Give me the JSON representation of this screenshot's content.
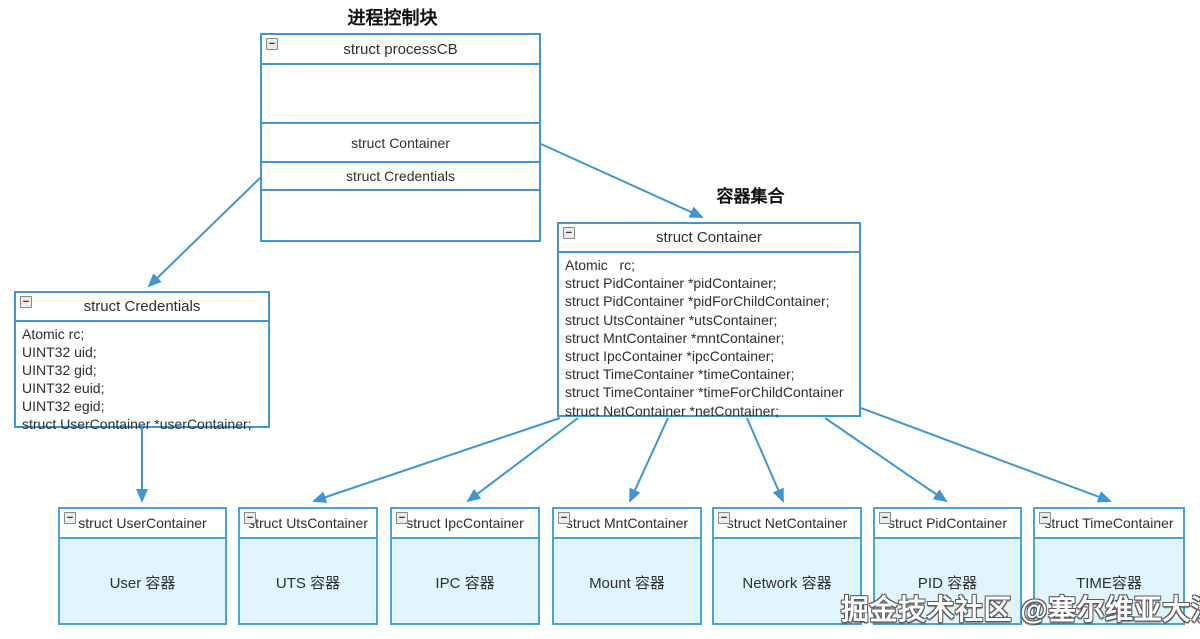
{
  "diagram": {
    "icons": {
      "collapse": "−"
    },
    "colors": {
      "box_border": "#3e96d5",
      "small_box_border": "#47a3df",
      "arrow": "#3e96d5",
      "small_box_fill": "#e0f4fb",
      "text": "#2f2f2f"
    },
    "labels": {
      "process_cb_group": "进程控制块",
      "container_group": "容器集合"
    },
    "process_cb": {
      "title": "struct processCB",
      "rows": [
        "struct Container",
        "struct Credentials"
      ]
    },
    "container": {
      "title": "struct Container",
      "fields": [
        "Atomic   rc;",
        "struct PidContainer *pidContainer;",
        "struct PidContainer *pidForChildContainer;",
        "struct UtsContainer *utsContainer;",
        "struct MntContainer *mntContainer;",
        "struct IpcContainer *ipcContainer;",
        "struct TimeContainer *timeContainer;",
        "struct TimeContainer *timeForChildContainer",
        "struct NetContainer *netContainer;"
      ]
    },
    "credentials": {
      "title": "struct Credentials",
      "fields": [
        "Atomic rc;",
        "UINT32 uid;",
        "UINT32 gid;",
        "UINT32 euid;",
        "UINT32 egid;",
        "struct UserContainer *userContainer;"
      ]
    },
    "bottom_boxes": [
      {
        "title": "struct UserContainer",
        "body": "User 容器"
      },
      {
        "title": "struct UtsContainer",
        "body": "UTS 容器"
      },
      {
        "title": "struct IpcContainer",
        "body": "IPC 容器"
      },
      {
        "title": "struct MntContainer",
        "body": "Mount 容器"
      },
      {
        "title": "struct NetContainer",
        "body": "Network 容器"
      },
      {
        "title": "struct PidContainer",
        "body": "PID 容器"
      },
      {
        "title": "struct TimeContainer",
        "body": "TIME容器"
      }
    ],
    "watermark": "掘金技术社区 @塞尔维亚大汉"
  }
}
